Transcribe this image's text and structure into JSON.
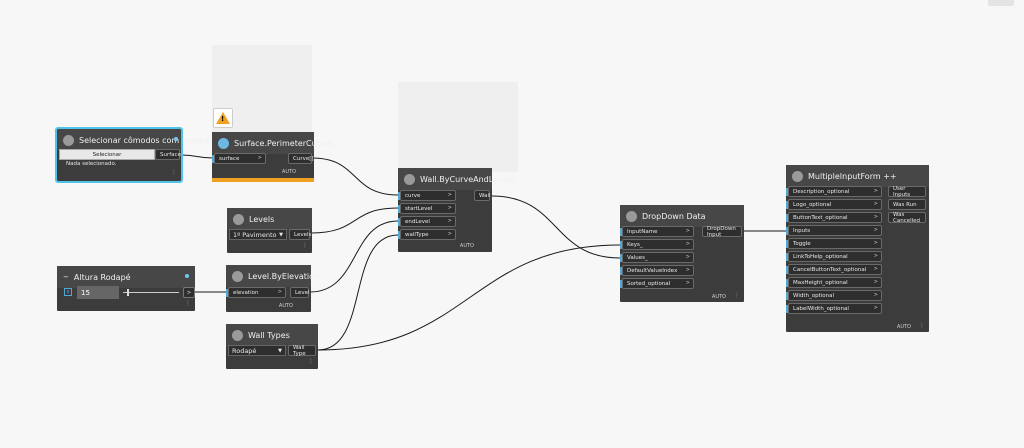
{
  "nodes": {
    "select_rooms": {
      "title": "Selecionar cômodos com rodapé",
      "button": "Selecionar",
      "output": "Surface",
      "status": "Nada selecionado."
    },
    "perimeter": {
      "title": "Surface.PerimeterCurves",
      "input": "surface",
      "output": "Curve[]",
      "mode": "AUTO"
    },
    "levels": {
      "title": "Levels",
      "selected": "1º Pavimento",
      "output": "Levels"
    },
    "height": {
      "title": "Altura Rodapé",
      "value": "15",
      "icon": "x"
    },
    "level_by_elevation": {
      "title": "Level.ByElevation",
      "input": "elevation",
      "output": "Level",
      "mode": "AUTO"
    },
    "wall_types": {
      "title": "Wall Types",
      "selected": "Rodapé",
      "output": "Wall Type"
    },
    "wall": {
      "title": "Wall.ByCurveAndLevels",
      "inputs": [
        "curve",
        "startLevel",
        "endLevel",
        "wallType"
      ],
      "output": "Wall",
      "mode": "AUTO"
    },
    "dropdown": {
      "title": "DropDown Data",
      "inputs": [
        "InputName",
        "Keys_",
        "Values_",
        "DefaultValueIndex",
        "Sorted_optional"
      ],
      "output": "DropDown Input",
      "mode": "AUTO"
    },
    "form": {
      "title": "MultipleInputForm ++",
      "inputs": [
        "Description_optional",
        "Logo_optional",
        "ButtonText_optional",
        "Inputs",
        "Toggle",
        "LinkToHelp_optional",
        "CancelButtonText_optional",
        "MaxHeight_optional",
        "Width_optional",
        "LabelWidth_optional"
      ],
      "outputs": [
        "User Inputs",
        "Was Run",
        "Was Cancelled"
      ],
      "mode": "AUTO"
    }
  },
  "colors": {
    "background": "#f7f7f7",
    "node": "#3c3c3c",
    "wire": "#1a1a1a",
    "warning": "#f0a020",
    "selection": "#4fc3e8"
  }
}
